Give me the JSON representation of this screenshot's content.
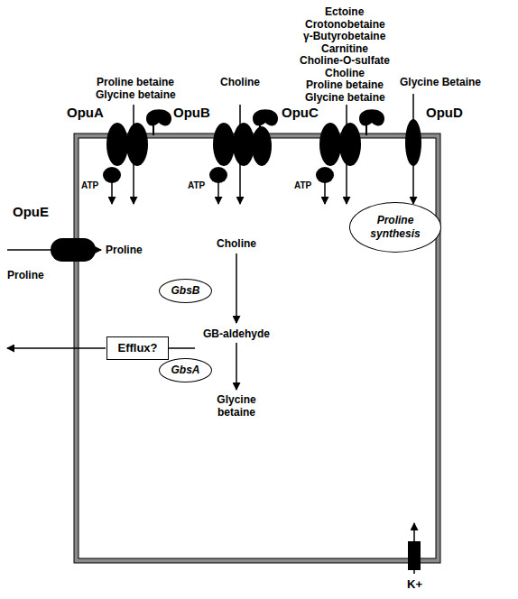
{
  "diagram": {
    "nodes": [
      {
        "text": [
          "OpuA"
        ]
      },
      {
        "text": [
          "OpuB"
        ]
      },
      {
        "text": [
          "OpuC"
        ]
      },
      {
        "text": [
          "OpuD"
        ]
      },
      {
        "text": [
          "OpuE"
        ]
      },
      {
        "text": [
          "GbsB"
        ]
      },
      {
        "text": [
          "GbsA"
        ]
      },
      {
        "text": [
          "Proline synthesis"
        ]
      },
      {
        "text": [
          "Efflux?"
        ]
      }
    ],
    "labels": [
      "Proline betaine",
      "Glycine betaine",
      "Choline",
      "Ectoine",
      "Crotonobetaine",
      "γ-Butyrobetaine",
      "Carnitine",
      "Choline-O-sulfate",
      "Choline",
      "Proline betaine",
      "Glycine betaine",
      "Glycine Betaine",
      "ATP",
      "ATP",
      "ATP",
      "Proline",
      "Proline",
      "Choline",
      "GB-aldehyde",
      "Glycine betaine",
      "K+"
    ]
  }
}
